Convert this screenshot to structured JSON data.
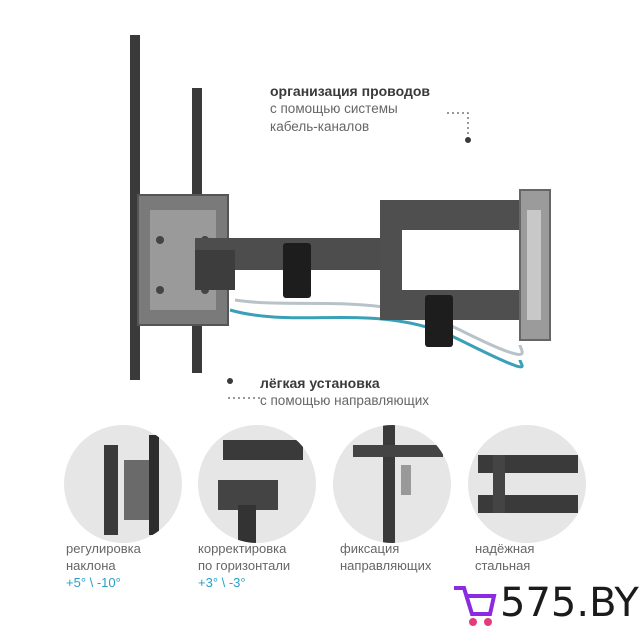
{
  "callouts": {
    "cables": {
      "title": "организация проводов",
      "line1": "с помощью системы",
      "line2": "кабель-каналов"
    },
    "install": {
      "title": "лёгкая установка",
      "line1": "с помощью направляющих"
    }
  },
  "features": [
    {
      "label1": "регулировка",
      "label2": "наклона",
      "value": "+5° \\ -10°",
      "icon": "tilt-adjustment-photo"
    },
    {
      "label1": "корректировка",
      "label2": "по горизонтали",
      "value": "+3° \\ -3°",
      "icon": "horizontal-correction-photo"
    },
    {
      "label1": "фиксация",
      "label2": "направляющих",
      "value": "",
      "icon": "guide-lock-photo"
    },
    {
      "label1": "надёжная",
      "label2": "стальная",
      "value": "",
      "icon": "steel-arm-photo"
    }
  ],
  "logo": {
    "text": "575.BY",
    "icon": "cart-logo-icon"
  },
  "colors": {
    "accent": "#2aa0c8",
    "metal": "#4a4a4a",
    "background": "#ffffff"
  }
}
